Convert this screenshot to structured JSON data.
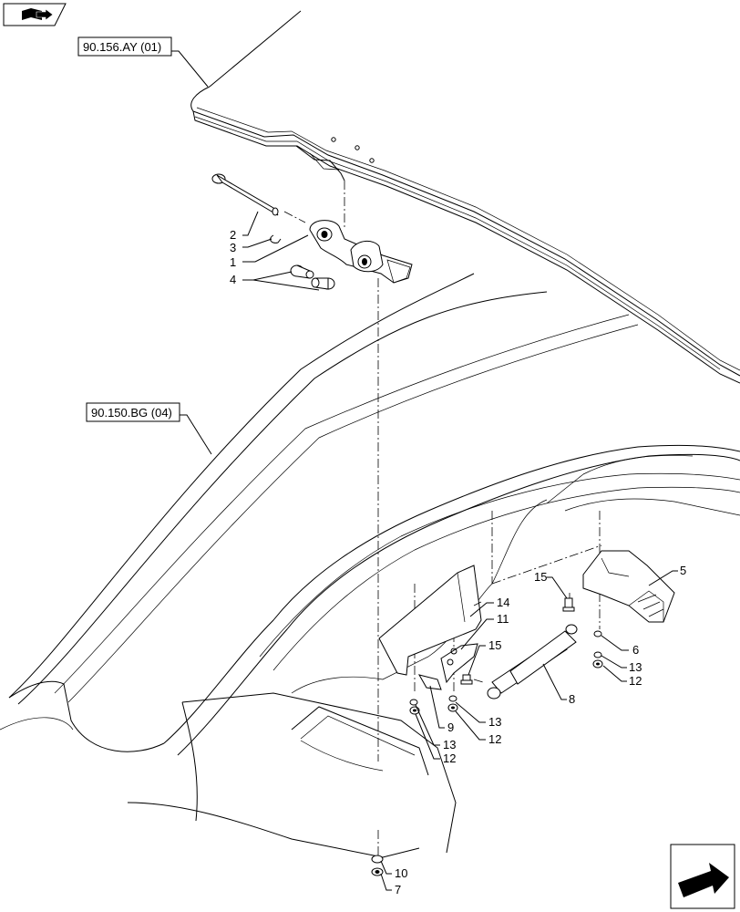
{
  "references": {
    "roof_ref": "90.156.AY (01)",
    "cab_ref": "90.150.BG (04)"
  },
  "callouts": {
    "n1": "1",
    "n2": "2",
    "n3": "3",
    "n4": "4",
    "n5": "5",
    "n6": "6",
    "n7": "7",
    "n8": "8",
    "n9": "9",
    "n10": "10",
    "n11": "11",
    "n12a": "12",
    "n12b": "12",
    "n12c": "12",
    "n13a": "13",
    "n13b": "13",
    "n13c": "13",
    "n14": "14",
    "n15a": "15",
    "n15b": "15"
  },
  "icons": {
    "top_left": "book-arrow-icon",
    "bottom_right": "navigation-arrow-icon"
  }
}
